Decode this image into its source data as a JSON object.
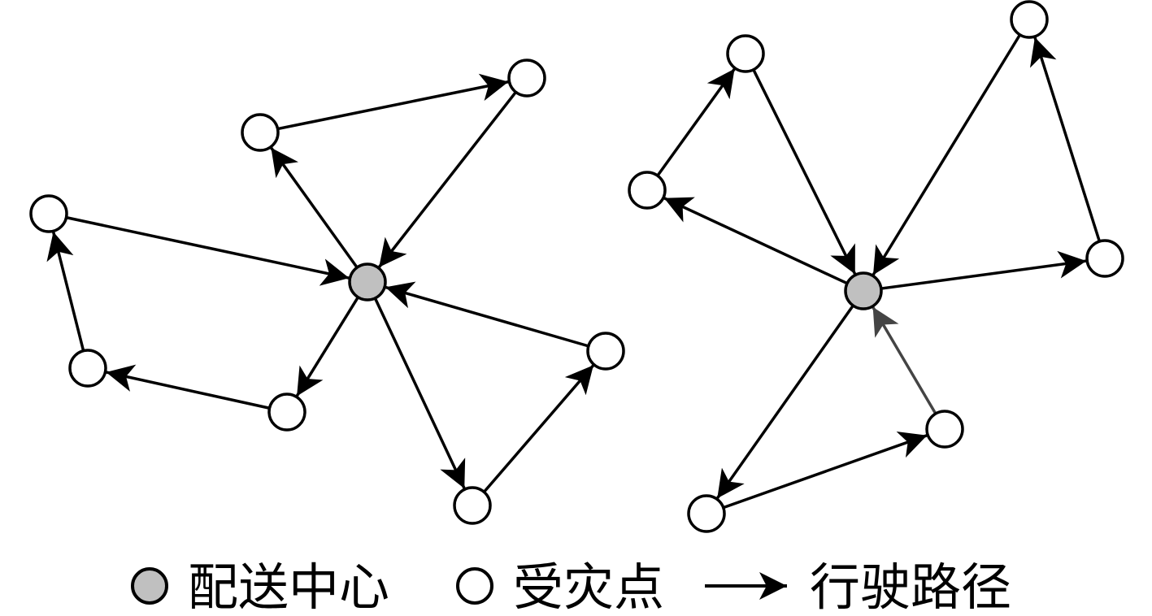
{
  "colors": {
    "depot_fill": "#c0c0c0",
    "node_fill": "#ffffff",
    "stroke": "#000000",
    "faded_route": "#444444"
  },
  "diagrams": [
    {
      "depot": "d",
      "nodes": [
        {
          "id": "d",
          "kind": "depot"
        },
        {
          "id": "a",
          "kind": "site"
        },
        {
          "id": "b",
          "kind": "site"
        },
        {
          "id": "c",
          "kind": "site"
        },
        {
          "id": "e",
          "kind": "site"
        },
        {
          "id": "f",
          "kind": "site"
        },
        {
          "id": "g",
          "kind": "site"
        },
        {
          "id": "h",
          "kind": "site"
        }
      ],
      "routes": [
        [
          "d",
          "a",
          "b",
          "d"
        ],
        [
          "d",
          "e",
          "f",
          "c",
          "d"
        ],
        [
          "d",
          "g",
          "h",
          "d"
        ]
      ]
    },
    {
      "depot": "D",
      "nodes": [
        {
          "id": "D",
          "kind": "depot"
        },
        {
          "id": "A",
          "kind": "site"
        },
        {
          "id": "B",
          "kind": "site"
        },
        {
          "id": "C",
          "kind": "site"
        },
        {
          "id": "E",
          "kind": "site"
        },
        {
          "id": "F",
          "kind": "site"
        },
        {
          "id": "G",
          "kind": "site"
        }
      ],
      "routes": [
        [
          "D",
          "B",
          "A",
          "D"
        ],
        [
          "D",
          "E",
          "C",
          "D"
        ],
        [
          "D",
          "F",
          "G",
          "D"
        ]
      ]
    }
  ],
  "legend": {
    "depot_label": "配送中心",
    "site_label": "受灾点",
    "route_label": "行驶路径"
  }
}
